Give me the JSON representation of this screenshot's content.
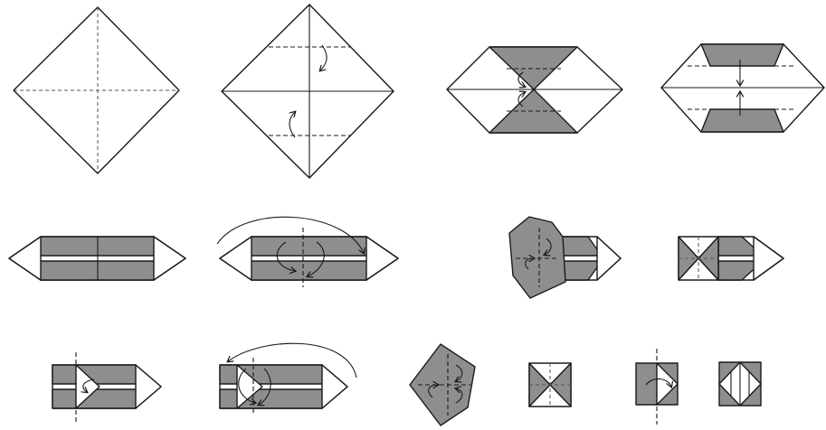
{
  "colors": {
    "paper": "#ffffff",
    "colored_side": "#8e8e8e",
    "line": "#1a1a1a"
  },
  "steps": [
    {
      "row": 1,
      "index": 1,
      "shape": "square-diamond",
      "marks": [
        "valley-crease-horizontal",
        "valley-crease-vertical"
      ]
    },
    {
      "row": 1,
      "index": 2,
      "shape": "square-diamond",
      "marks": [
        "crease-cross",
        "valley-fold-top",
        "valley-fold-bottom",
        "fold-arrows"
      ]
    },
    {
      "row": 1,
      "index": 3,
      "shape": "hexagon",
      "marks": [
        "gray-triangle-top",
        "gray-triangle-bottom",
        "fold-arrows"
      ]
    },
    {
      "row": 1,
      "index": 4,
      "shape": "hexagon",
      "marks": [
        "gray-trapezoid-top",
        "gray-trapezoid-bottom",
        "fold-arrows"
      ]
    },
    {
      "row": 2,
      "index": 5,
      "shape": "long-strip",
      "marks": [
        "gray-band",
        "white-point-ends"
      ]
    },
    {
      "row": 2,
      "index": 6,
      "shape": "long-strip",
      "marks": [
        "gray-band",
        "squash-arrows",
        "long-arc-arrow"
      ]
    },
    {
      "row": 2,
      "index": 7,
      "shape": "strip-with-square",
      "marks": [
        "gray-square",
        "fold-arrows"
      ]
    },
    {
      "row": 2,
      "index": 8,
      "shape": "strip-with-square",
      "marks": [
        "white-square-creases"
      ]
    },
    {
      "row": 3,
      "index": 9,
      "shape": "strip",
      "marks": [
        "vertical-crease",
        "fold-arrows"
      ]
    },
    {
      "row": 3,
      "index": 10,
      "shape": "strip",
      "marks": [
        "squash-arrows",
        "long-arc-arrow"
      ]
    },
    {
      "row": 3,
      "index": 11,
      "shape": "gray-pentagon",
      "marks": [
        "fold-arrows"
      ]
    },
    {
      "row": 3,
      "index": 12,
      "shape": "small-square",
      "marks": [
        "creases"
      ]
    },
    {
      "row": 3,
      "index": 13,
      "shape": "small-square",
      "marks": [
        "vertical-crease",
        "fold-arrow"
      ]
    },
    {
      "row": 3,
      "index": 14,
      "shape": "small-square",
      "marks": [
        "finished-model"
      ]
    }
  ]
}
